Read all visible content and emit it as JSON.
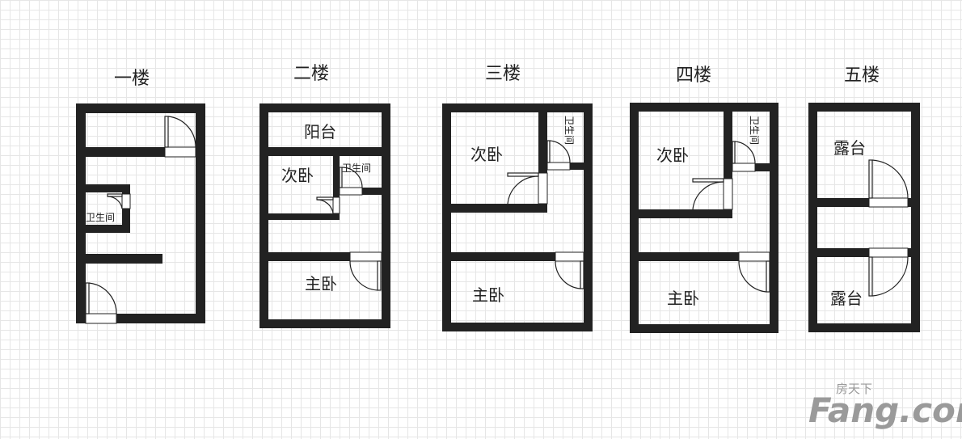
{
  "floors": [
    {
      "title": "一楼",
      "rooms": {
        "bathroom": "卫生间"
      }
    },
    {
      "title": "二楼",
      "rooms": {
        "balcony": "阳台",
        "second_bedroom": "次卧",
        "bathroom": "卫生间",
        "master_bedroom": "主卧"
      }
    },
    {
      "title": "三楼",
      "rooms": {
        "second_bedroom": "次卧",
        "bathroom": "卫生间",
        "master_bedroom": "主卧"
      }
    },
    {
      "title": "四楼",
      "rooms": {
        "second_bedroom": "次卧",
        "bathroom": "卫生间",
        "master_bedroom": "主卧"
      }
    },
    {
      "title": "五楼",
      "rooms": {
        "terrace_top": "露台",
        "terrace_bottom": "露台"
      }
    }
  ],
  "watermark": {
    "brand": "Fang.com",
    "chinese": "房天下"
  },
  "colors": {
    "wall": "#222222",
    "grid": "#e6e6e6",
    "background": "#ffffff",
    "watermark": "#9a9a9a"
  }
}
